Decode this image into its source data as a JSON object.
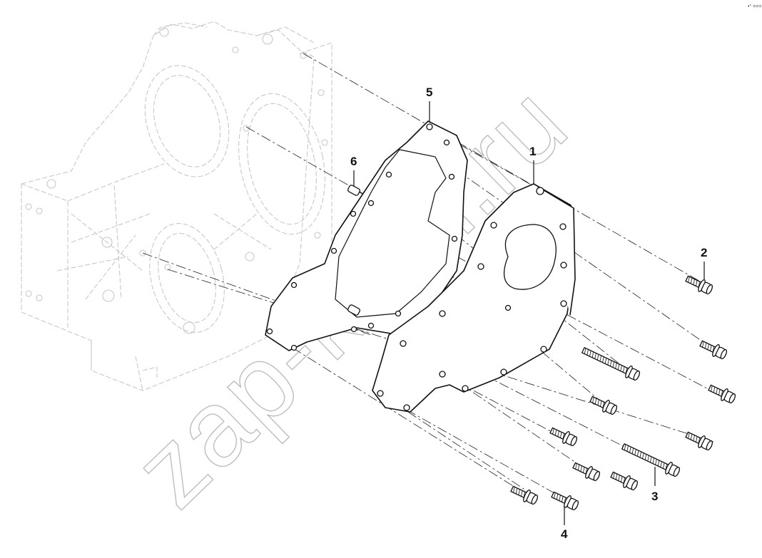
{
  "corner_mark": "•° ===",
  "watermark": "zap-kam.ru",
  "callouts": [
    {
      "id": "1",
      "label": "1"
    },
    {
      "id": "2",
      "label": "2"
    },
    {
      "id": "3",
      "label": "3"
    },
    {
      "id": "4",
      "label": "4"
    },
    {
      "id": "5",
      "label": "5"
    },
    {
      "id": "6",
      "label": "6"
    }
  ]
}
